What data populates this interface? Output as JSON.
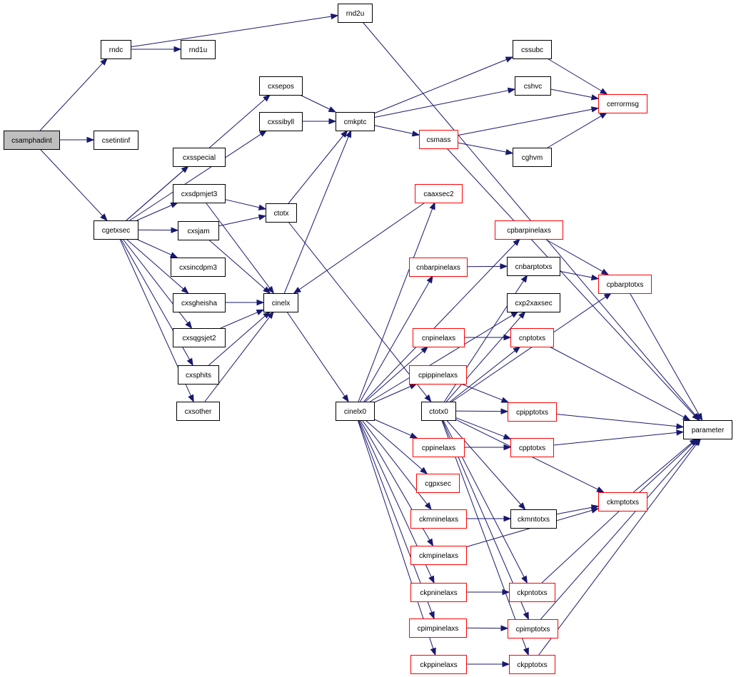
{
  "colors": {
    "edge": "#191970",
    "border_default": "#000000",
    "border_highlight": "#ff0000",
    "fill_default": "#ffffff",
    "fill_root": "#bfbfbf"
  },
  "nodes": [
    {
      "id": "csamphadint",
      "label": "csamphadint",
      "style": "root"
    },
    {
      "id": "rndc",
      "label": "rndc",
      "style": "default"
    },
    {
      "id": "rnd2u",
      "label": "rnd2u",
      "style": "default"
    },
    {
      "id": "rnd1u",
      "label": "rnd1u",
      "style": "default"
    },
    {
      "id": "csetintinf",
      "label": "csetintinf",
      "style": "default"
    },
    {
      "id": "cgetxsec",
      "label": "cgetxsec",
      "style": "default"
    },
    {
      "id": "cxsepos",
      "label": "cxsepos",
      "style": "default"
    },
    {
      "id": "cxssibyll",
      "label": "cxssibyll",
      "style": "default"
    },
    {
      "id": "cxsspecial",
      "label": "cxsspecial",
      "style": "default"
    },
    {
      "id": "cxsdpmjet3",
      "label": "cxsdpmjet3",
      "style": "default"
    },
    {
      "id": "cxsjam",
      "label": "cxsjam",
      "style": "default"
    },
    {
      "id": "cxsincdpm3",
      "label": "cxsincdpm3",
      "style": "default"
    },
    {
      "id": "cxsgheisha",
      "label": "cxsgheisha",
      "style": "default"
    },
    {
      "id": "cxsqgsjet2",
      "label": "cxsqgsjet2",
      "style": "default"
    },
    {
      "id": "cxsphits",
      "label": "cxsphits",
      "style": "default"
    },
    {
      "id": "cxsother",
      "label": "cxsother",
      "style": "default"
    },
    {
      "id": "ctotx",
      "label": "ctotx",
      "style": "default"
    },
    {
      "id": "cinelx",
      "label": "cinelx",
      "style": "default"
    },
    {
      "id": "cmkptc",
      "label": "cmkptc",
      "style": "default"
    },
    {
      "id": "cssubc",
      "label": "cssubc",
      "style": "default"
    },
    {
      "id": "cshvc",
      "label": "cshvc",
      "style": "default"
    },
    {
      "id": "cerrormsg",
      "label": "cerrormsg",
      "style": "highlight"
    },
    {
      "id": "csmass",
      "label": "csmass",
      "style": "highlight"
    },
    {
      "id": "cghvm",
      "label": "cghvm",
      "style": "default"
    },
    {
      "id": "caaxsec2",
      "label": "caaxsec2",
      "style": "highlight"
    },
    {
      "id": "cpbarpinelaxs",
      "label": "cpbarpinelaxs",
      "style": "highlight"
    },
    {
      "id": "cnbarpinelaxs",
      "label": "cnbarpinelaxs",
      "style": "highlight"
    },
    {
      "id": "cnbarptotxs",
      "label": "cnbarptotxs",
      "style": "default"
    },
    {
      "id": "cpbarptotxs",
      "label": "cpbarptotxs",
      "style": "highlight"
    },
    {
      "id": "cxp2xaxsec",
      "label": "cxp2xaxsec",
      "style": "default"
    },
    {
      "id": "cnpinelaxs",
      "label": "cnpinelaxs",
      "style": "highlight"
    },
    {
      "id": "cnptotxs",
      "label": "cnptotxs",
      "style": "highlight"
    },
    {
      "id": "cpippinelaxs",
      "label": "cpippinelaxs",
      "style": "highlight"
    },
    {
      "id": "cinelx0",
      "label": "cinelx0",
      "style": "default"
    },
    {
      "id": "ctotx0",
      "label": "ctotx0",
      "style": "default"
    },
    {
      "id": "cpipptotxs",
      "label": "cpipptotxs",
      "style": "highlight"
    },
    {
      "id": "parameter",
      "label": "parameter",
      "style": "default"
    },
    {
      "id": "cppinelaxs",
      "label": "cppinelaxs",
      "style": "highlight"
    },
    {
      "id": "cpptotxs",
      "label": "cpptotxs",
      "style": "highlight"
    },
    {
      "id": "cgpxsec",
      "label": "cgpxsec",
      "style": "highlight"
    },
    {
      "id": "ckmptotxs",
      "label": "ckmptotxs",
      "style": "highlight"
    },
    {
      "id": "ckmninelaxs",
      "label": "ckmninelaxs",
      "style": "highlight"
    },
    {
      "id": "ckmntotxs",
      "label": "ckmntotxs",
      "style": "default"
    },
    {
      "id": "ckmpinelaxs",
      "label": "ckmpinelaxs",
      "style": "highlight"
    },
    {
      "id": "ckpninelaxs",
      "label": "ckpninelaxs",
      "style": "highlight"
    },
    {
      "id": "ckpntotxs",
      "label": "ckpntotxs",
      "style": "highlight"
    },
    {
      "id": "cpimpinelaxs",
      "label": "cpimpinelaxs",
      "style": "highlight"
    },
    {
      "id": "cpimptotxs",
      "label": "cpimptotxs",
      "style": "highlight"
    },
    {
      "id": "ckppinelaxs",
      "label": "ckppinelaxs",
      "style": "highlight"
    },
    {
      "id": "ckpptotxs",
      "label": "ckpptotxs",
      "style": "highlight"
    }
  ],
  "edges": [
    [
      "csamphadint",
      "rndc"
    ],
    [
      "csamphadint",
      "csetintinf"
    ],
    [
      "csamphadint",
      "cgetxsec"
    ],
    [
      "rndc",
      "rnd2u"
    ],
    [
      "rndc",
      "rnd1u"
    ],
    [
      "rnd2u",
      "parameter"
    ],
    [
      "cgetxsec",
      "cxsepos"
    ],
    [
      "cgetxsec",
      "cxssibyll"
    ],
    [
      "cgetxsec",
      "cxsspecial"
    ],
    [
      "cgetxsec",
      "cxsdpmjet3"
    ],
    [
      "cgetxsec",
      "cxsjam"
    ],
    [
      "cgetxsec",
      "cxsincdpm3"
    ],
    [
      "cgetxsec",
      "cxsgheisha"
    ],
    [
      "cgetxsec",
      "cxsqgsjet2"
    ],
    [
      "cgetxsec",
      "cxsphits"
    ],
    [
      "cgetxsec",
      "cxsother"
    ],
    [
      "cxsepos",
      "cmkptc"
    ],
    [
      "cxssibyll",
      "cmkptc"
    ],
    [
      "cxsdpmjet3",
      "ctotx"
    ],
    [
      "cxsdpmjet3",
      "cinelx"
    ],
    [
      "cxsjam",
      "ctotx"
    ],
    [
      "cxsjam",
      "cinelx"
    ],
    [
      "cxsgheisha",
      "cinelx"
    ],
    [
      "cxsqgsjet2",
      "cinelx"
    ],
    [
      "cxsphits",
      "cinelx"
    ],
    [
      "cxsother",
      "cinelx"
    ],
    [
      "ctotx",
      "cmkptc"
    ],
    [
      "ctotx",
      "ctotx0"
    ],
    [
      "cinelx",
      "cmkptc"
    ],
    [
      "cinelx",
      "cinelx0"
    ],
    [
      "caaxsec2",
      "cinelx"
    ],
    [
      "cmkptc",
      "cssubc"
    ],
    [
      "cmkptc",
      "cshvc"
    ],
    [
      "cmkptc",
      "csmass"
    ],
    [
      "cssubc",
      "cerrormsg"
    ],
    [
      "cshvc",
      "cerrormsg"
    ],
    [
      "csmass",
      "cerrormsg"
    ],
    [
      "csmass",
      "cghvm"
    ],
    [
      "csmass",
      "parameter"
    ],
    [
      "cghvm",
      "cerrormsg"
    ],
    [
      "cinelx0",
      "caaxsec2"
    ],
    [
      "cinelx0",
      "cpbarpinelaxs"
    ],
    [
      "cinelx0",
      "cnbarpinelaxs"
    ],
    [
      "cinelx0",
      "cxp2xaxsec"
    ],
    [
      "cinelx0",
      "cnpinelaxs"
    ],
    [
      "cinelx0",
      "cpippinelaxs"
    ],
    [
      "cinelx0",
      "cppinelaxs"
    ],
    [
      "cinelx0",
      "cgpxsec"
    ],
    [
      "cinelx0",
      "ckmninelaxs"
    ],
    [
      "cinelx0",
      "ckmpinelaxs"
    ],
    [
      "cinelx0",
      "ckpninelaxs"
    ],
    [
      "cinelx0",
      "cpimpinelaxs"
    ],
    [
      "cinelx0",
      "ckppinelaxs"
    ],
    [
      "cpbarpinelaxs",
      "cpbarptotxs"
    ],
    [
      "cnbarpinelaxs",
      "cnbarptotxs"
    ],
    [
      "cnbarptotxs",
      "cpbarptotxs"
    ],
    [
      "cpbarptotxs",
      "parameter"
    ],
    [
      "cnpinelaxs",
      "cnptotxs"
    ],
    [
      "cnptotxs",
      "parameter"
    ],
    [
      "cpippinelaxs",
      "cpipptotxs"
    ],
    [
      "cpipptotxs",
      "parameter"
    ],
    [
      "cppinelaxs",
      "cpptotxs"
    ],
    [
      "cpptotxs",
      "parameter"
    ],
    [
      "ckmninelaxs",
      "ckmntotxs"
    ],
    [
      "ckmntotxs",
      "ckmptotxs"
    ],
    [
      "ckmpinelaxs",
      "ckmptotxs"
    ],
    [
      "ckmptotxs",
      "parameter"
    ],
    [
      "ckpninelaxs",
      "ckpntotxs"
    ],
    [
      "ckpntotxs",
      "parameter"
    ],
    [
      "cpimpinelaxs",
      "cpimptotxs"
    ],
    [
      "cpimptotxs",
      "parameter"
    ],
    [
      "ckppinelaxs",
      "ckpptotxs"
    ],
    [
      "ckpptotxs",
      "parameter"
    ],
    [
      "ctotx0",
      "cnbarptotxs"
    ],
    [
      "ctotx0",
      "cpbarptotxs"
    ],
    [
      "ctotx0",
      "cxp2xaxsec"
    ],
    [
      "ctotx0",
      "cnptotxs"
    ],
    [
      "ctotx0",
      "cpipptotxs"
    ],
    [
      "ctotx0",
      "cpptotxs"
    ],
    [
      "ctotx0",
      "ckmptotxs"
    ],
    [
      "ctotx0",
      "ckmntotxs"
    ],
    [
      "ctotx0",
      "ckpntotxs"
    ],
    [
      "ctotx0",
      "cpimptotxs"
    ],
    [
      "ctotx0",
      "ckpptotxs"
    ]
  ]
}
